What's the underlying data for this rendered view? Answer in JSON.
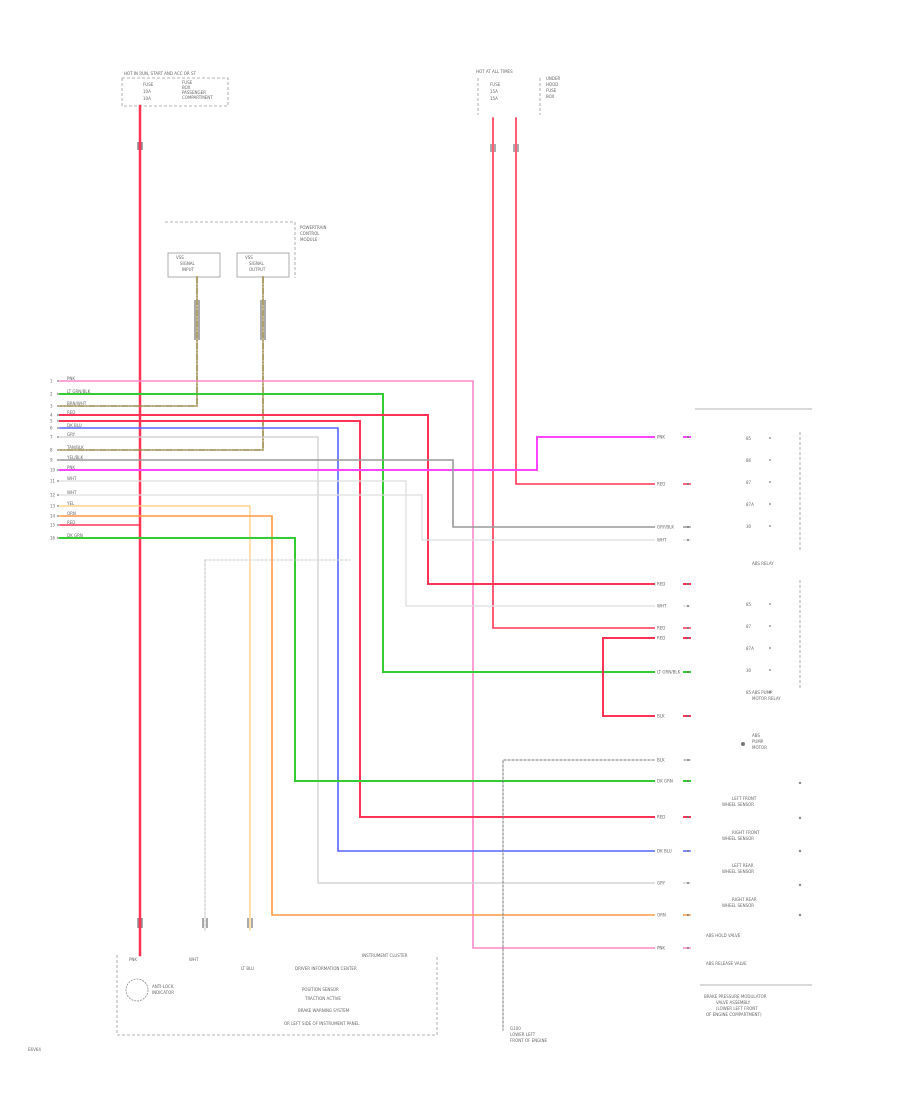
{
  "colors": {
    "red": "#ff3355",
    "pink": "#ff88cc",
    "magenta": "#ff44ff",
    "green": "#33cc33",
    "blue": "#5566ff",
    "orange": "#ff9944",
    "lightorange": "#ffcc77",
    "gray": "#999999",
    "lightgray": "#cccccc",
    "darkgray": "#666666",
    "olive": "#998844"
  },
  "labels": {
    "top_left_box_title": "HOT IN RUN, START AND ACC OR ST",
    "top_left_box_l1": "FUSE",
    "top_left_box_l2": "10A",
    "top_left_box_l3": "10A",
    "top_left_box_side1": "FUSE",
    "top_left_box_side2": "BOX",
    "top_left_box_side3": "PASSENGER",
    "top_left_box_side4": "COMPARTMENT",
    "top_right_box_title": "HOT AT ALL TIMES",
    "top_right_box_l1": "FUSE",
    "top_right_box_l2": "15A",
    "top_right_box_l3": "15A",
    "top_right_box_side1": "UNDER",
    "top_right_box_side2": "HOOD",
    "top_right_box_side3": "FUSE",
    "top_right_box_side4": "BOX",
    "pcm_label1": "POWERTRAIN",
    "pcm_label2": "CONTROL",
    "pcm_label3": "MODULE",
    "sensor1_l1": "VSS",
    "sensor1_l2": "SIGNAL",
    "sensor1_l3": "INPUT",
    "sensor2_l1": "VSS",
    "sensor2_l2": "SIGNAL",
    "sensor2_l3": "OUTPUT",
    "abs_relay": "ABS RELAY",
    "abs_pump_relay1": "ABS PUMP",
    "abs_pump_relay2": "MOTOR RELAY",
    "abs_motor1": "ABS",
    "abs_motor2": "PUMP",
    "abs_motor3": "MOTOR",
    "lf_sensor1": "LEFT FRONT",
    "lf_sensor2": "WHEEL SENSOR",
    "rf_sensor1": "RIGHT FRONT",
    "rf_sensor2": "WHEEL SENSOR",
    "lr_sensor1": "LEFT REAR",
    "lr_sensor2": "WHEEL SENSOR",
    "rr_sensor1": "RIGHT REAR",
    "rr_sensor2": "WHEEL SENSOR",
    "hold_valve": "ABS HOLD VALVE",
    "release_valve": "ABS RELEASE VALVE",
    "modulator1": "BRAKE PRESSURE MODULATOR",
    "modulator2": "VALVE ASSEMBLY",
    "modulator3": "(LOWER LEFT FRONT",
    "modulator4": "OF ENGINE COMPARTMENT)",
    "cluster_title": "INSTRUMENT CLUSTER",
    "cluster_abs_lamp1": "ANTI-LOCK",
    "cluster_abs_lamp2": "INDICATOR",
    "cluster_l1": "DRIVER INFORMATION CENTER",
    "cluster_l2": "POSITION SENSOR",
    "cluster_l3": "TRACTION ACTIVE",
    "cluster_l4": "BRAKE WARNING SYSTEM",
    "cluster_l5": "OR LEFT SIDE OF INSTRUMENT PANEL",
    "cluster_w1": "PNK",
    "cluster_w2": "WHT",
    "cluster_w3": "LT BLU",
    "ground_l1": "G100",
    "ground_l2": "LOWER LEFT",
    "ground_l3": "FRONT OF ENGINE",
    "page_id": "E6V64"
  },
  "wire_labels": [
    "PNK",
    "LT GRN/BLK",
    "BRN/WHT",
    "RED",
    "DK BLU",
    "GRY",
    "TAN/BLK",
    "YEL/BLK",
    "PNK",
    "WHT",
    "WHT",
    "YEL",
    "ORN",
    "RED",
    "DK GRN"
  ],
  "right_wire_labels": [
    "PNK",
    "RED",
    "GRY/BLK",
    "WHT",
    "RED",
    "WHT",
    "RED",
    "RED",
    "LT GRN/BLK",
    "BLK",
    "BLK",
    "DK GRN",
    "RED",
    "DK BLU",
    "GRY",
    "ORN",
    "PNK"
  ],
  "relay_pins": [
    "85",
    "86",
    "87",
    "87A",
    "30",
    "85",
    "87",
    "87A",
    "30",
    "85"
  ]
}
